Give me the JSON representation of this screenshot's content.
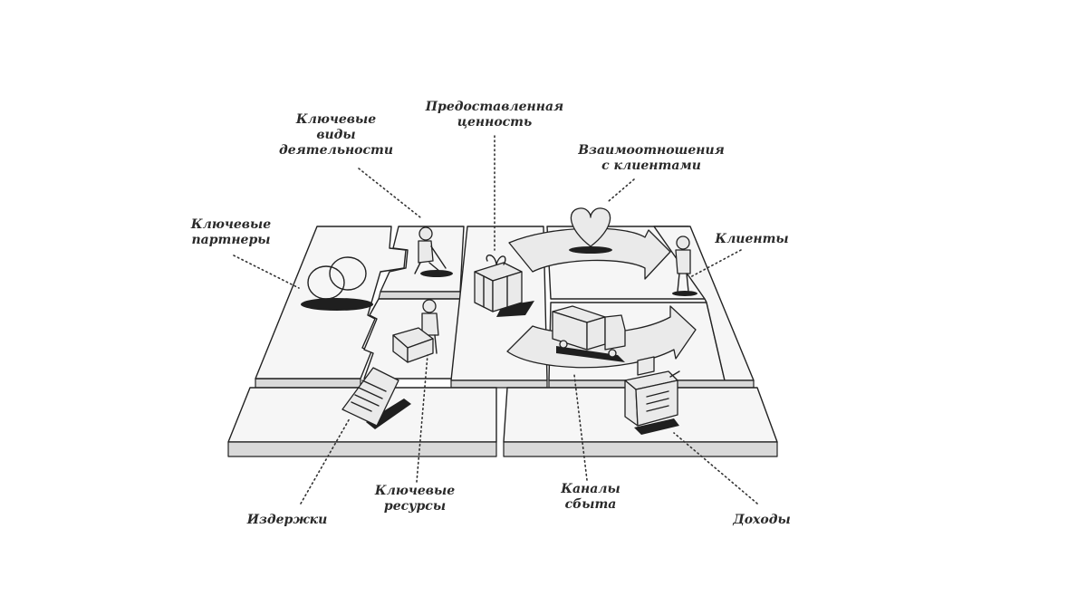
{
  "labels": {
    "key_activities": [
      "Ключевые",
      "виды",
      "деятельности"
    ],
    "value_proposition": [
      "Предоставленная",
      "ценность"
    ],
    "customer_relationships": [
      "Взаимоотношения",
      "с клиентами"
    ],
    "key_partners": [
      "Ключевые",
      "партнеры"
    ],
    "customer_segments": "Клиенты",
    "key_resources": [
      "Ключевые",
      "ресурсы"
    ],
    "channels": [
      "Каналы",
      "сбыта"
    ],
    "cost_structure": "Издержки",
    "revenue_streams": "Доходы"
  },
  "icons": {
    "key_partners": "interlocked-rings-icon",
    "key_activities": "worker-digging-icon",
    "key_resources": "person-with-crates-icon",
    "value_proposition": "gift-box-icon",
    "customer_relationships": "heart-icon",
    "customer_segments": "standing-person-icon",
    "channels": "delivery-truck-icon",
    "cost_structure": "invoice-paper-icon",
    "revenue_streams": "cash-register-icon"
  }
}
